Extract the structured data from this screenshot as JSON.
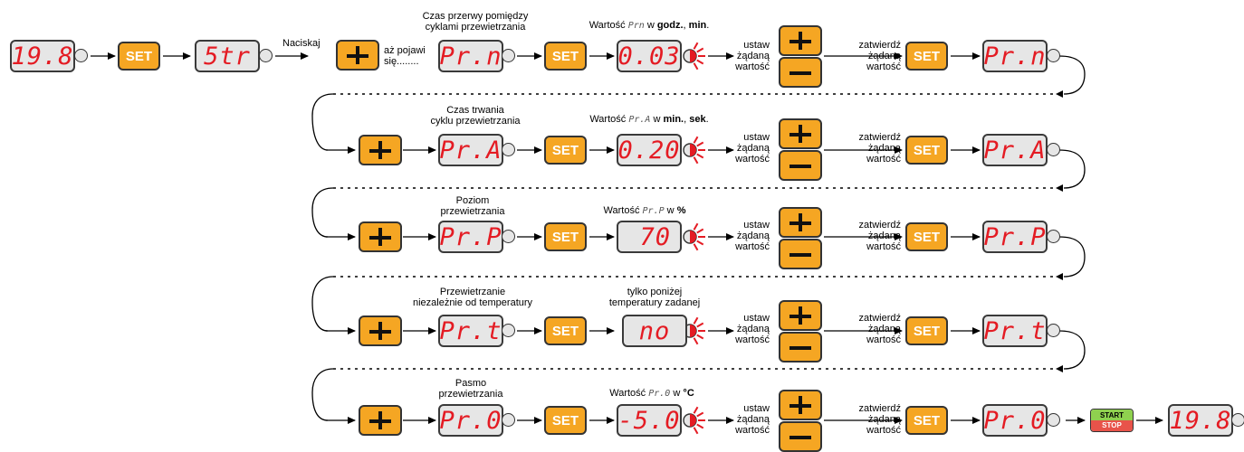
{
  "header": {
    "start_display": "19.8",
    "set_label": "SET",
    "str_display": "5tr",
    "press_label": "Naciskaj",
    "until_label": "aż pojawi się........"
  },
  "common": {
    "set_label": "SET",
    "ustaw": [
      "ustaw",
      "żądaną",
      "wartość"
    ],
    "zatwierdz": [
      "zatwierdź",
      "żądaną",
      "wartość"
    ]
  },
  "rows": [
    {
      "param_display": "Pr.n",
      "param_caption": [
        "Czas przerwy pomiędzy",
        "cyklami przewietrzania"
      ],
      "value_display": "0.03",
      "value_prefix": "Wartość",
      "value_code": "Prn",
      "value_mid": "w",
      "value_bold": "godz.",
      "value_sep": ",",
      "value_bold2": "min",
      "value_suffix": "."
    },
    {
      "param_display": "Pr.A",
      "param_caption": [
        "Czas trwania",
        "cyklu przewietrzania"
      ],
      "value_display": "0.20",
      "value_prefix": "Wartość",
      "value_code": "Pr.A",
      "value_mid": "w",
      "value_bold": "min.",
      "value_sep": ",",
      "value_bold2": "sek",
      "value_suffix": "."
    },
    {
      "param_display": "Pr.P",
      "param_caption": [
        "Poziom",
        "przewietrzania"
      ],
      "value_display": "70",
      "value_prefix": "Wartość",
      "value_code": "Pr.P",
      "value_mid": "w",
      "value_bold": "%",
      "value_sep": "",
      "value_bold2": "",
      "value_suffix": ""
    },
    {
      "param_display": "Pr.t",
      "param_caption": [
        "Przewietrzanie",
        "niezależnie od temperatury"
      ],
      "value_display": "no",
      "value_caption": [
        "tylko poniżej",
        "temperatury zadanej"
      ]
    },
    {
      "param_display": "Pr.0",
      "param_caption": [
        "Pasmo",
        "przewietrzania"
      ],
      "value_display": "-5.0",
      "value_prefix": "Wartość",
      "value_code": "Pr.0",
      "value_mid": "w",
      "value_bold": "°C",
      "value_sep": "",
      "value_bold2": "",
      "value_suffix": ""
    }
  ],
  "footer": {
    "start_label": "START",
    "stop_label": "STOP",
    "end_display": "19.8"
  },
  "colors": {
    "button": "#f5a623",
    "display_bg": "#e6e6e6",
    "digits": "#e41b23",
    "start": "#8fd14f",
    "stop": "#e8534a"
  }
}
